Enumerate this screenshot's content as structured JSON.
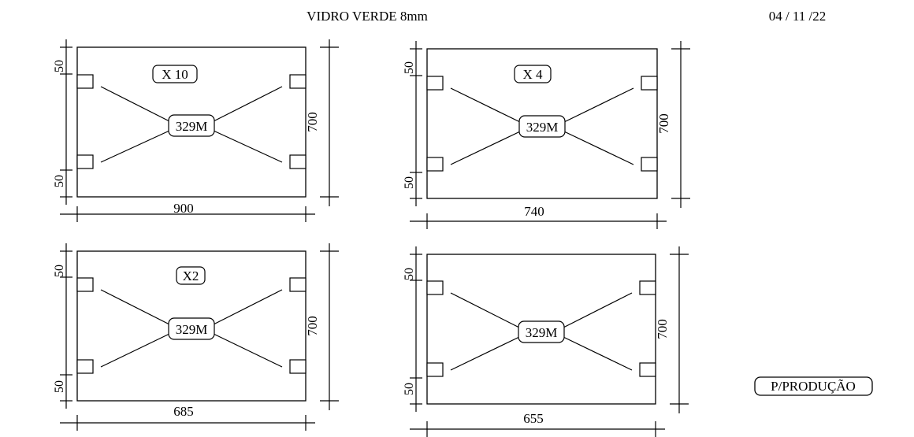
{
  "title": "VIDRO VERDE 8mm",
  "date": "04 / 11 /22",
  "stamp": "P/PRODUÇÃO",
  "pieces": [
    {
      "qty": "X 10",
      "width": "900",
      "height": "700",
      "hole_top": "50",
      "hole_bottom": "50",
      "center": "329M"
    },
    {
      "qty": "X 4",
      "width": "740",
      "height": "700",
      "hole_top": "50",
      "hole_bottom": "50",
      "center": "329M"
    },
    {
      "qty": "X2",
      "width": "685",
      "height": "700",
      "hole_top": "50",
      "hole_bottom": "50",
      "center": "329M"
    },
    {
      "width": "655",
      "height": "700",
      "hole_top": "50",
      "hole_bottom": "50",
      "center": "329M"
    }
  ]
}
